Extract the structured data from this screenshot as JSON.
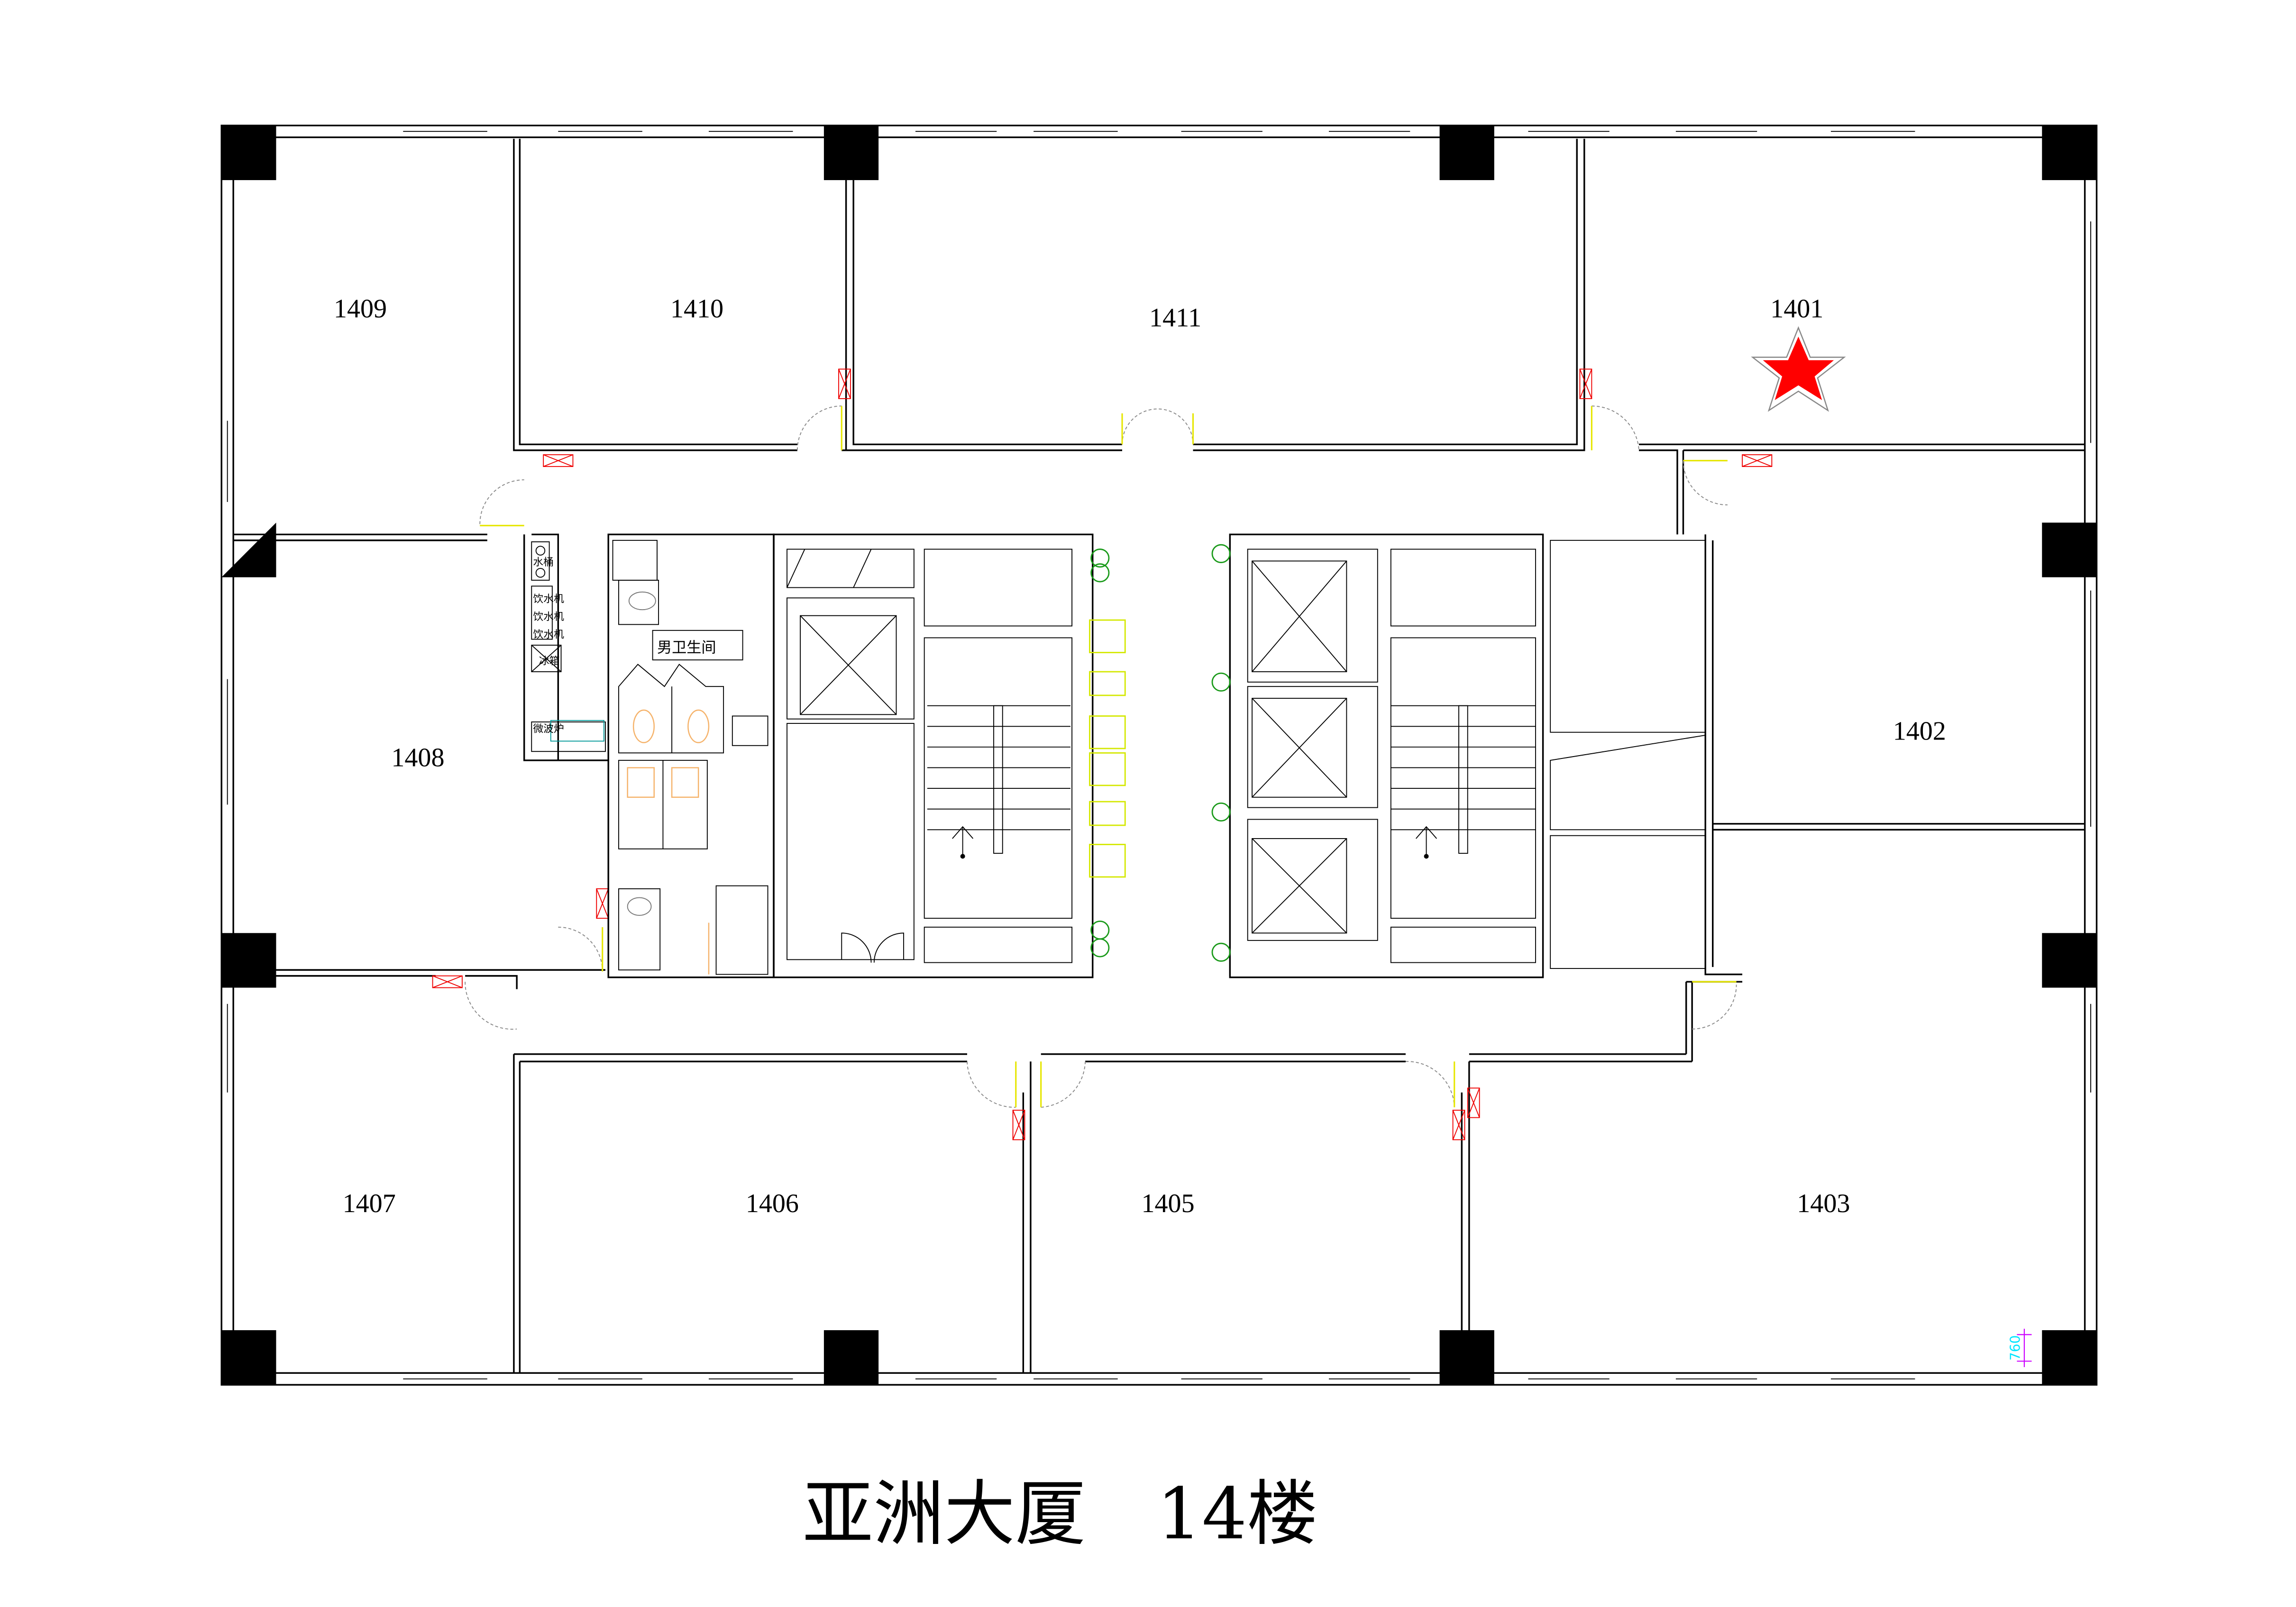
{
  "title": "亚洲大厦　14楼",
  "rooms": {
    "r1409": "1409",
    "r1410": "1410",
    "r1411": "1411",
    "r1401": "1401",
    "r1402": "1402",
    "r1408": "1408",
    "r1407": "1407",
    "r1406": "1406",
    "r1405": "1405",
    "r1403": "1403"
  },
  "pantry": {
    "water_bucket": "水桶",
    "water_dispenser": "饮水机",
    "fridge": "冰箱",
    "microwave": "微波炉"
  },
  "restroom_label": "男卫生间",
  "dimension": "760",
  "marker": {
    "icon": "star-icon",
    "room": "1401",
    "color": "#ff0000"
  },
  "colors": {
    "walls": "#000000",
    "doors": "#e6e600",
    "fixtures": "#f5b36b",
    "plants": "#1a9a1a",
    "dimension_text": "#00e5ff",
    "dimension_line": "#cc00ff"
  }
}
